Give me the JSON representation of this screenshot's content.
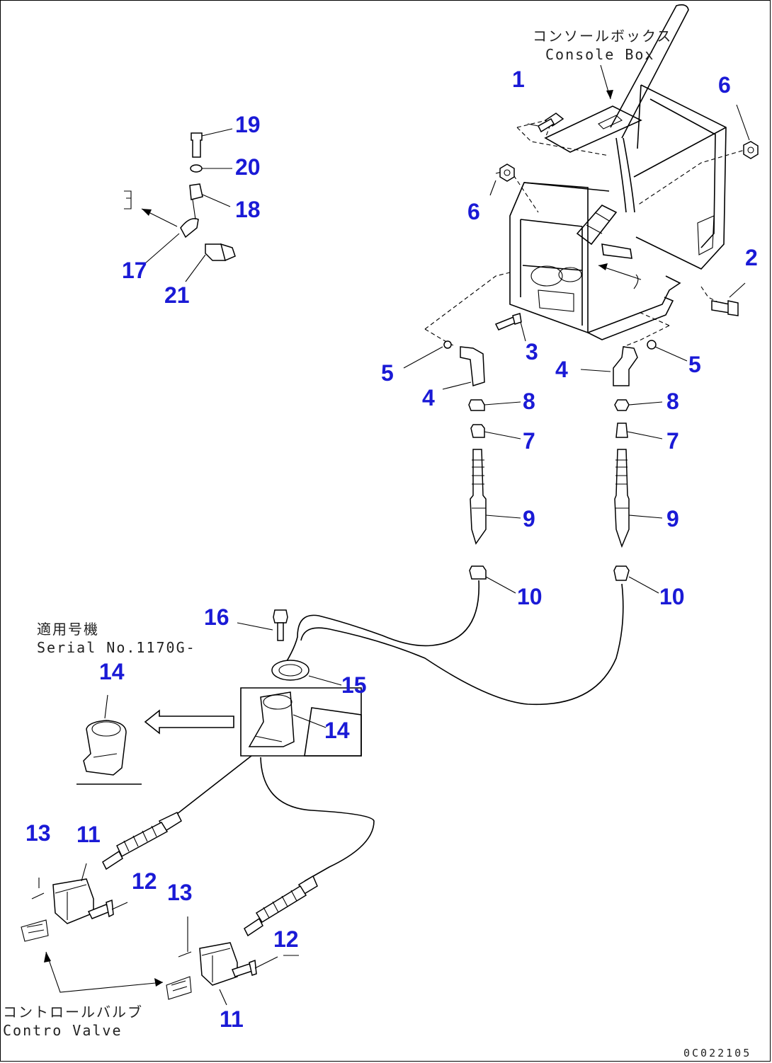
{
  "labels": {
    "console_box_jp": "コンソールボックス",
    "console_box_en": "Console Box",
    "serial_jp": "適用号機",
    "serial_en": "Serial No.1170G-",
    "control_valve_jp": "コントロールバルブ",
    "control_valve_en": "Contro Valve",
    "doc_code": "0C022105"
  },
  "callouts": {
    "n1": "1",
    "n2": "2",
    "n3": "3",
    "n4a": "4",
    "n4b": "4",
    "n5a": "5",
    "n5b": "5",
    "n6a": "6",
    "n6b": "6",
    "n7a": "7",
    "n7b": "7",
    "n8a": "8",
    "n8b": "8",
    "n9a": "9",
    "n9b": "9",
    "n10a": "10",
    "n10b": "10",
    "n11a": "11",
    "n11b": "11",
    "n12a": "12",
    "n12b": "12",
    "n13a": "13",
    "n13b": "13",
    "n14a": "14",
    "n14b": "14",
    "n15": "15",
    "n16": "16",
    "n17": "17",
    "n18": "18",
    "n19": "19",
    "n20": "20",
    "n21": "21"
  },
  "colors": {
    "callout": "#1a1ad6",
    "line": "#000000",
    "background": "#ffffff"
  }
}
